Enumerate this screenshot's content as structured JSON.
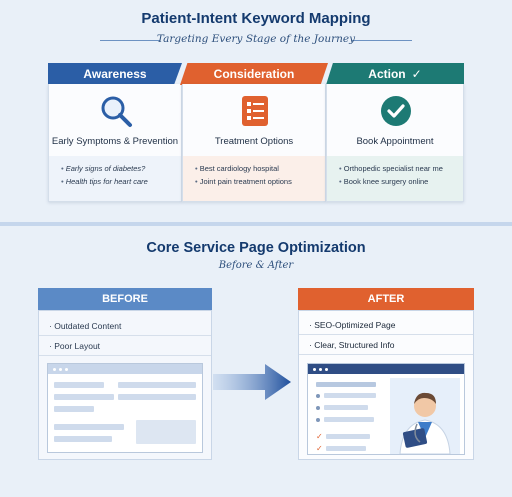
{
  "mapping": {
    "title": "Patient-Intent Keyword Mapping",
    "subtitle": "Targeting Every Stage of the Journey",
    "stages": [
      {
        "label": "Awareness",
        "color": "#2b5ea6",
        "icon": "magnifier-icon",
        "heading": "Early Symptoms & Prevention",
        "keywords": [
          "Early signs of diabetes?",
          "Health tips for heart care"
        ]
      },
      {
        "label": "Consideration",
        "color": "#e0612f",
        "icon": "checklist-icon",
        "heading": "Treatment Options",
        "keywords": [
          "Best cardiology hospital",
          "Joint pain treatment options"
        ]
      },
      {
        "label": "Action",
        "color": "#1d7a74",
        "icon": "checkmark-circle-icon",
        "heading": "Book Appointment",
        "keywords": [
          "Orthopedic specialist near me",
          "Book knee surgery online"
        ]
      }
    ]
  },
  "optimization": {
    "title": "Core Service Page Optimization",
    "subtitle": "Before & After",
    "before": {
      "label": "BEFORE",
      "color": "#5b8ac6",
      "points": [
        "Outdated Content",
        "Poor Layout"
      ]
    },
    "after": {
      "label": "AFTER",
      "color": "#e0612f",
      "points": [
        "SEO-Optimized Page",
        "Clear, Structured Info"
      ]
    }
  }
}
